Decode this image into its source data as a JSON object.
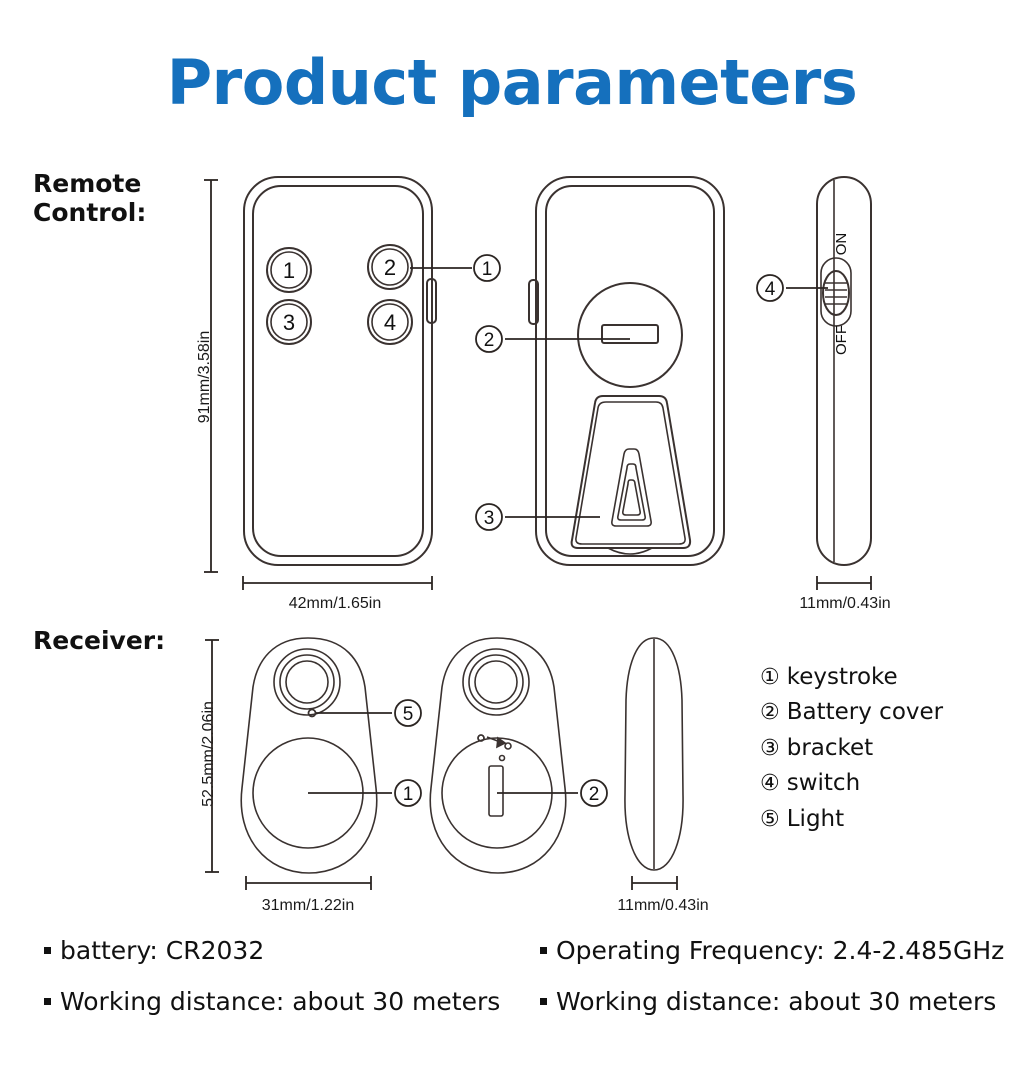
{
  "page": {
    "title": "Product parameters",
    "title_color": "#1570bd",
    "background": "#ffffff",
    "line_color": "#3a3230"
  },
  "sections": {
    "remote": {
      "label": "Remote\nControl:",
      "height_dim": "91mm/3.58in",
      "width_dim": "42mm/1.65in",
      "thickness_dim": "11mm/0.43in",
      "buttons": [
        "1",
        "2",
        "3",
        "4"
      ],
      "switch": {
        "on_label": "ON",
        "off_label": "OFF"
      },
      "callouts": [
        "1",
        "2",
        "3",
        "4"
      ]
    },
    "receiver": {
      "label": "Receiver:",
      "height_dim": "52.5mm/2.06in",
      "width_dim": "31mm/1.22in",
      "thickness_dim": "11mm/0.43in",
      "callouts": [
        "5",
        "1",
        "2"
      ]
    }
  },
  "legend": {
    "items": [
      {
        "num": "①",
        "label": "keystroke"
      },
      {
        "num": "②",
        "label": "Battery cover"
      },
      {
        "num": "③",
        "label": "bracket"
      },
      {
        "num": "④",
        "label": "switch"
      },
      {
        "num": "⑤",
        "label": "Light"
      }
    ]
  },
  "specs": {
    "left": [
      "battery: CR2032",
      "Working distance: about 30 meters"
    ],
    "right": [
      "Operating Frequency: 2.4-2.485GHz",
      "Working distance: about 30 meters"
    ]
  }
}
